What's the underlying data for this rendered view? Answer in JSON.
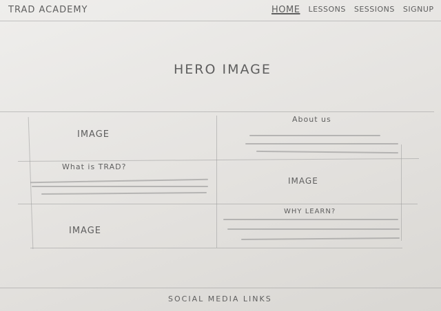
{
  "header": {
    "brand": "TRAD ACADEMY",
    "nav": [
      "HOME",
      "LESSONS",
      "SESSIONS",
      "SIGNUP"
    ]
  },
  "hero": {
    "label": "HERO IMAGE"
  },
  "left_column": {
    "image_top": "IMAGE",
    "heading": "What is TRAD?",
    "image_bottom": "IMAGE"
  },
  "right_column": {
    "heading": "About us",
    "image": "IMAGE",
    "heading2": "WHY LEARN?"
  },
  "footer": {
    "label": "SOCIAL MEDIA LINKS"
  }
}
